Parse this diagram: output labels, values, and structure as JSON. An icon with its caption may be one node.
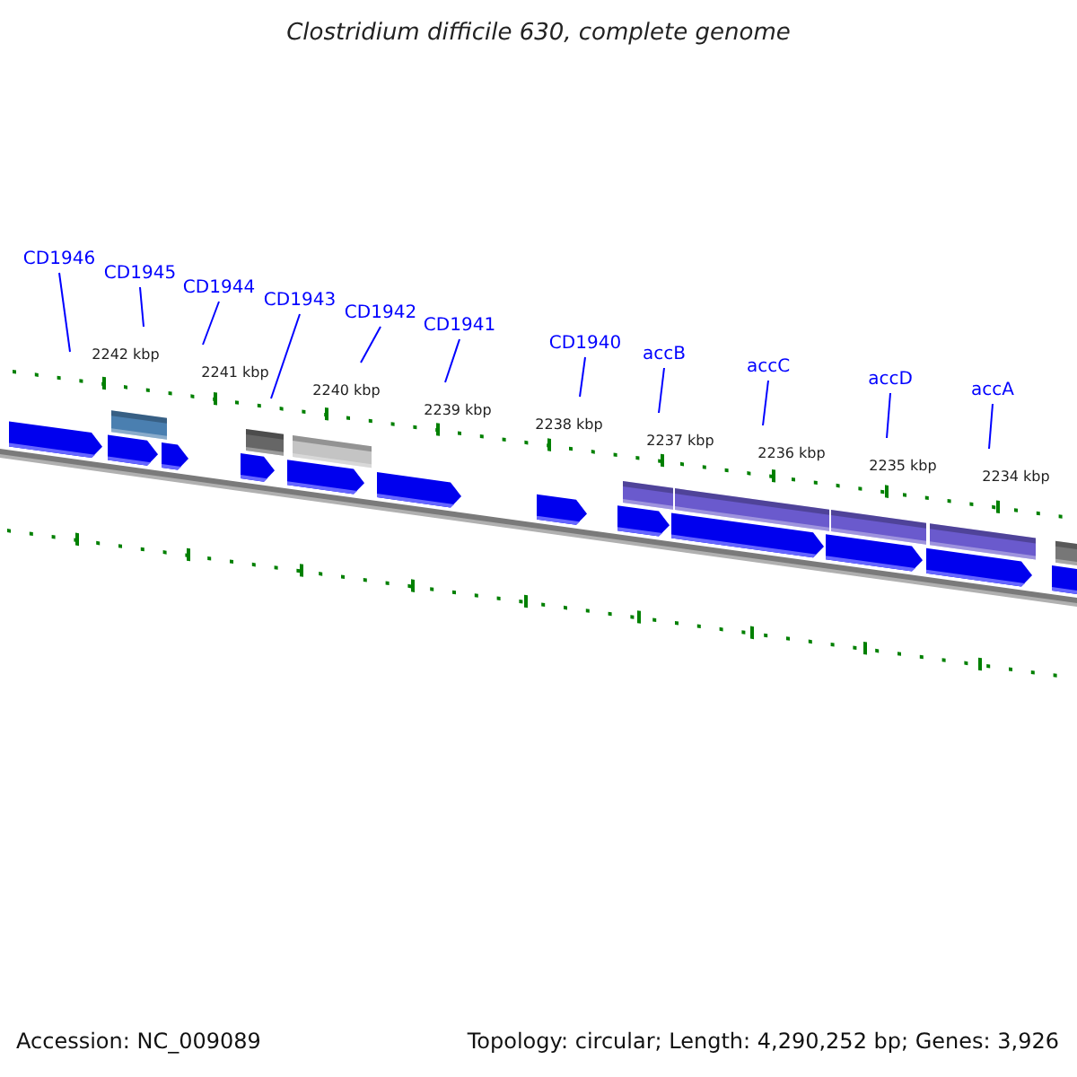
{
  "diagram": {
    "title": "Clostridium difficile 630, complete genome",
    "nodes": [
      {
        "text": [
          "CD1946"
        ]
      },
      {
        "text": [
          "CD1945"
        ]
      },
      {
        "text": [
          "CD1944"
        ]
      },
      {
        "text": [
          "CD1943"
        ]
      },
      {
        "text": [
          "CD1942"
        ]
      },
      {
        "text": [
          "CD1941"
        ]
      },
      {
        "text": [
          "CD1940"
        ]
      },
      {
        "text": [
          "accB"
        ]
      },
      {
        "text": [
          "accC"
        ]
      },
      {
        "text": [
          "accD"
        ]
      },
      {
        "text": [
          "accA"
        ]
      }
    ],
    "edges": [
      {
        "from": 0,
        "to": null,
        "arrow": "none"
      },
      {
        "from": 1,
        "to": null,
        "arrow": "none"
      },
      {
        "from": 2,
        "to": null,
        "arrow": "none"
      },
      {
        "from": 3,
        "to": null,
        "arrow": "none"
      },
      {
        "from": 4,
        "to": null,
        "arrow": "none"
      },
      {
        "from": 5,
        "to": null,
        "arrow": "none"
      },
      {
        "from": 6,
        "to": null,
        "arrow": "none"
      },
      {
        "from": 7,
        "to": null,
        "arrow": "none"
      },
      {
        "from": 8,
        "to": null,
        "arrow": "none"
      },
      {
        "from": 9,
        "to": null,
        "arrow": "none"
      },
      {
        "from": 10,
        "to": null,
        "arrow": "none"
      }
    ],
    "labels": [
      "2242 kbp",
      "2241 kbp",
      "2240 kbp",
      "2239 kbp",
      "2238 kbp",
      "2237 kbp",
      "2236 kbp",
      "2235 kbp",
      "2234 kbp",
      "Accession: NC_009089",
      "Topology: circular; Length: 4,290,252 bp; Genes: 3,926"
    ]
  }
}
